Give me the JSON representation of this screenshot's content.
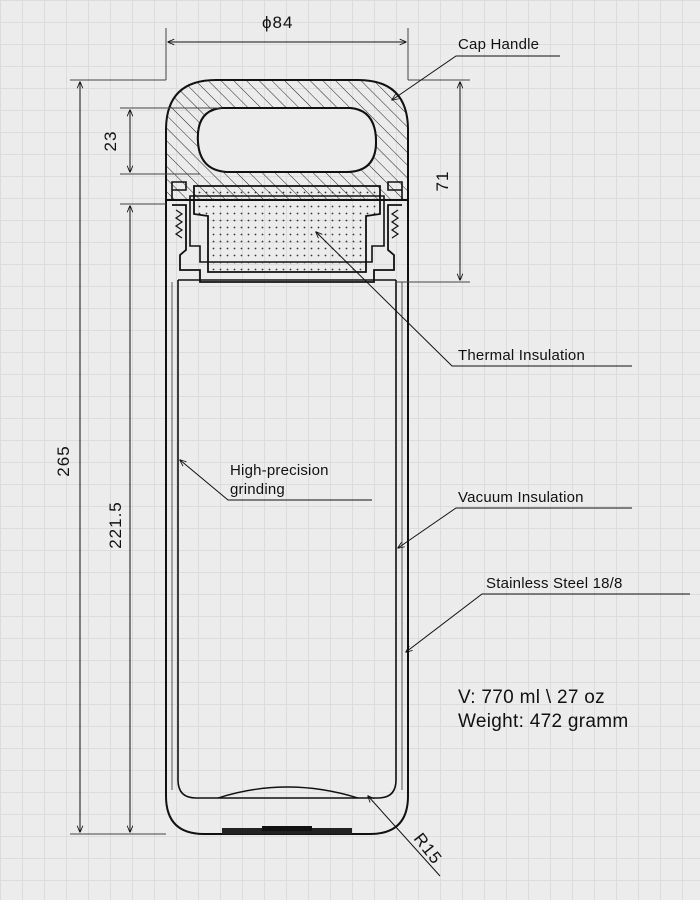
{
  "dimensions": {
    "diameter": "ϕ84",
    "total_height": "265",
    "body_height": "221.5",
    "handle_height": "23",
    "cap_height": "71",
    "radius": "R15"
  },
  "callouts": {
    "cap_handle": "Cap Handle",
    "thermal_insulation": "Thermal Insulation",
    "grinding_line1": "High-precision",
    "grinding_line2": "grinding",
    "vacuum_insulation": "Vacuum Insulation",
    "stainless_steel": "Stainless Steel 18/8"
  },
  "specs": {
    "volume": "V: 770 ml \\ 27 oz",
    "weight": "Weight: 472 gramm"
  }
}
